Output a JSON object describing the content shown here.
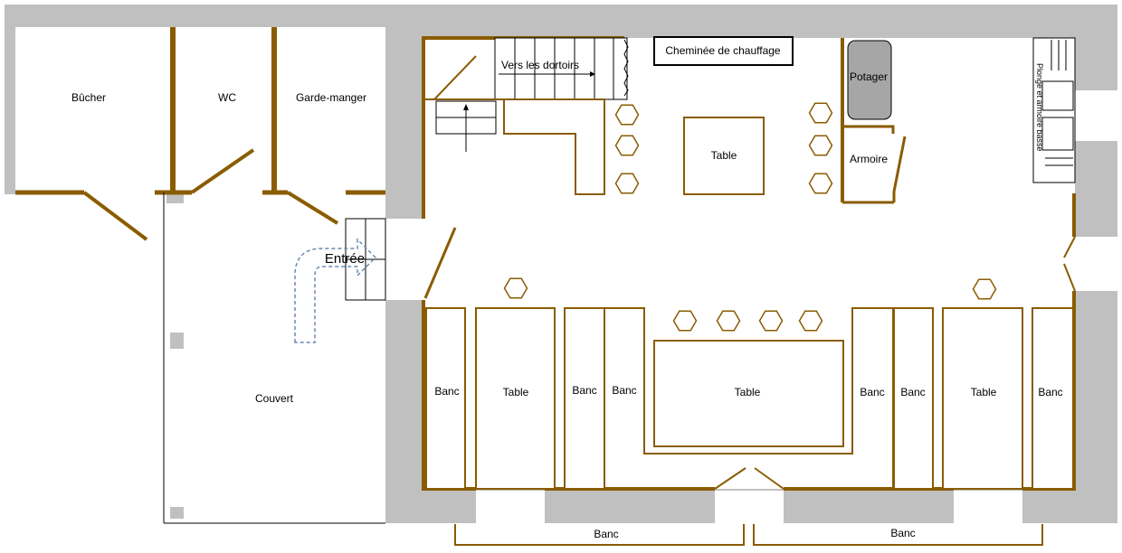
{
  "rooms": {
    "bucher": "Bûcher",
    "wc": "WC",
    "garde_manger": "Garde-manger",
    "couvert": "Couvert",
    "entree": "Entrée"
  },
  "kitchen": {
    "cheminee": "Cheminée de chauffage",
    "vers_dortoirs": "Vers les dortoirs",
    "potager": "Potager",
    "armoire": "Armoire",
    "plonge": "Plonge et armoire basse",
    "table": "Table"
  },
  "hall": {
    "banc": "Banc",
    "table": "Table"
  },
  "colors": {
    "wall": "#c0c0c0",
    "wood": "#8a5c00",
    "potager": "#a6a6a6",
    "entry_arrow": "#6a8ab0"
  }
}
